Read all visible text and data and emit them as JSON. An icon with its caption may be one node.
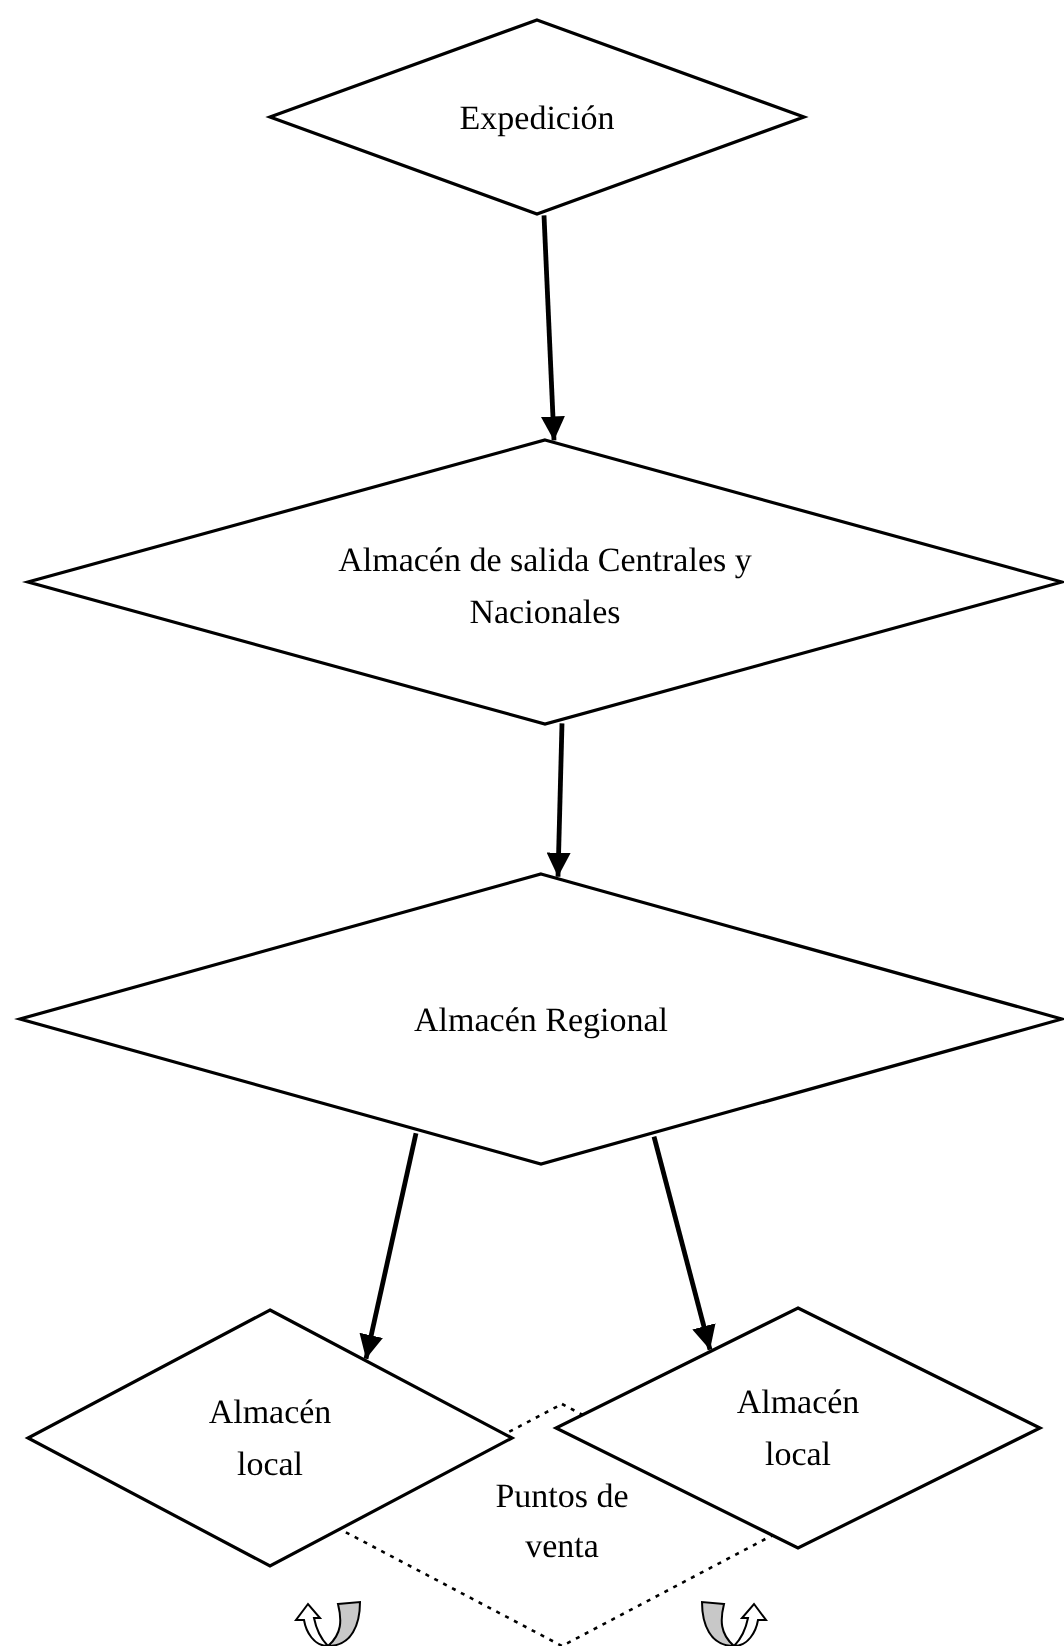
{
  "diagram": {
    "nodes": [
      {
        "text": [
          "Expedición"
        ]
      },
      {
        "text": [
          "Almacén de salida Centrales y Nacionales"
        ]
      },
      {
        "text": [
          "Almacén Regional"
        ]
      },
      {
        "text": [
          "Almacén local"
        ]
      },
      {
        "text": [
          "Almacén local"
        ]
      },
      {
        "text": [
          "Puntos de venta"
        ]
      }
    ],
    "edges": [
      {
        "from": 0,
        "to": 1,
        "arrow": "to"
      },
      {
        "from": 1,
        "to": 2,
        "arrow": "to"
      },
      {
        "from": 2,
        "to": 3,
        "arrow": "to"
      },
      {
        "from": 2,
        "to": 4,
        "arrow": "to"
      }
    ]
  }
}
